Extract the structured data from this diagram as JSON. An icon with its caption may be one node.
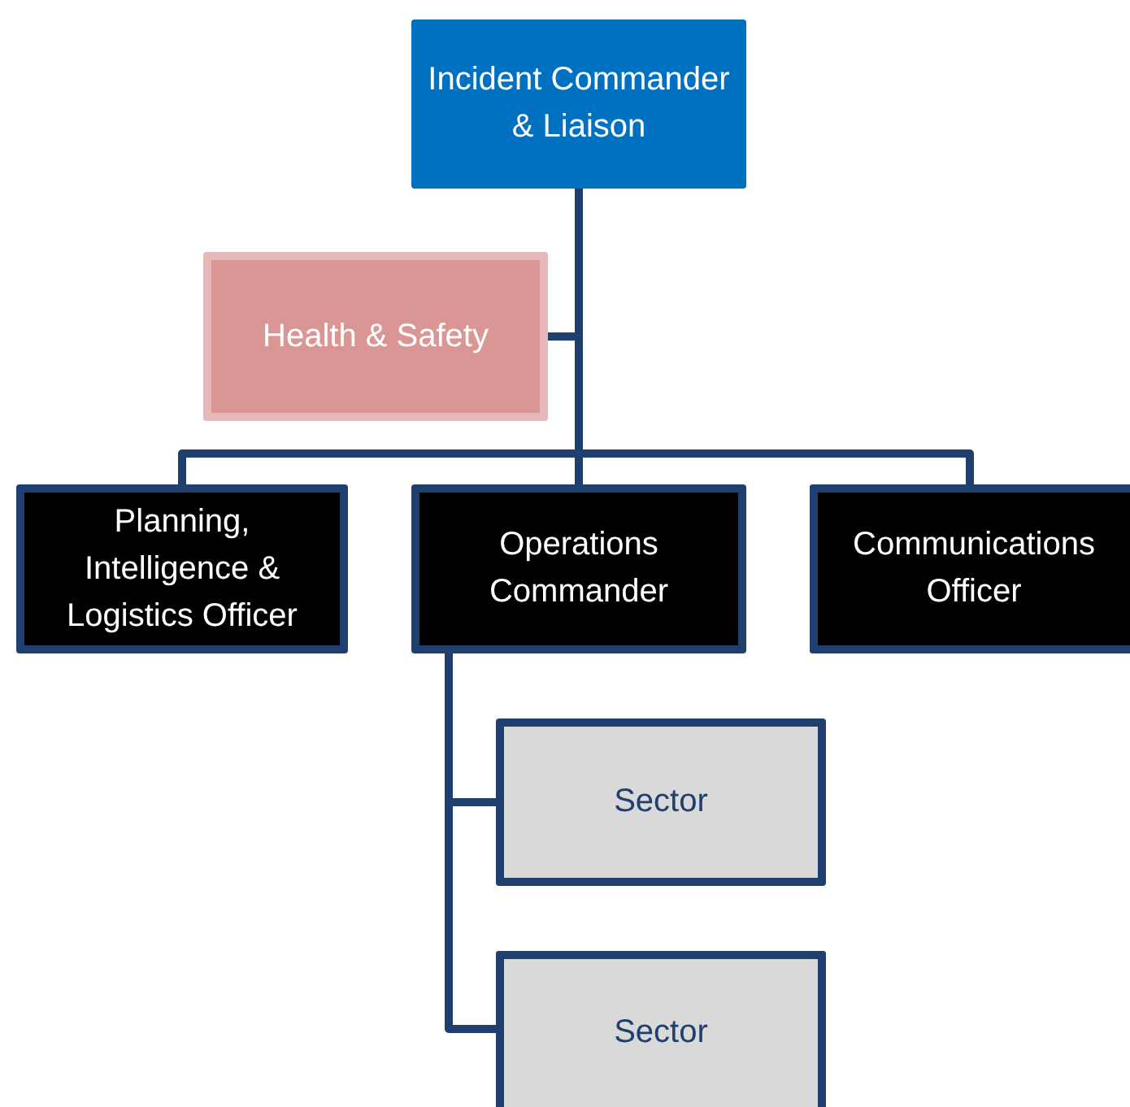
{
  "diagram": {
    "nodes": [
      {
        "text": [
          "Incident Commander & Liaison"
        ]
      },
      {
        "text": [
          "Health & Safety"
        ]
      },
      {
        "text": [
          "Planning, Intelligence & Logistics Officer"
        ]
      },
      {
        "text": [
          "Operations Commander"
        ]
      },
      {
        "text": [
          "Communications Officer"
        ]
      },
      {
        "text": [
          "Sector"
        ]
      },
      {
        "text": [
          "Sector"
        ]
      }
    ],
    "edges": [
      {
        "from": 0,
        "to": 1,
        "arrow": "none"
      },
      {
        "from": 0,
        "to": 2,
        "arrow": "none"
      },
      {
        "from": 0,
        "to": 3,
        "arrow": "none"
      },
      {
        "from": 0,
        "to": 4,
        "arrow": "none"
      },
      {
        "from": 3,
        "to": 5,
        "arrow": "none"
      },
      {
        "from": 3,
        "to": 6,
        "arrow": "none"
      }
    ]
  }
}
